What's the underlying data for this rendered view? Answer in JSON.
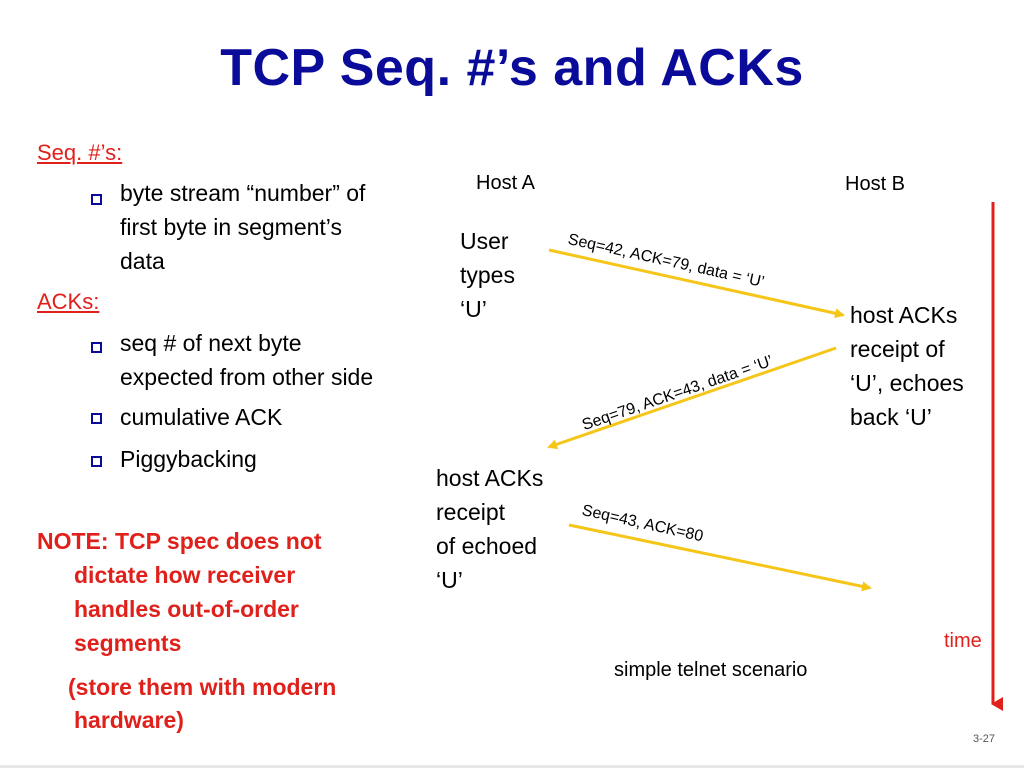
{
  "slide": {
    "title": "TCP Seq. #’s and ACKs",
    "page_number": "3-27"
  },
  "left": {
    "seq_heading": "Seq. #’s:",
    "seq_bullets": [
      [
        "byte stream “number” of",
        "first byte in segment’s",
        "data"
      ]
    ],
    "ack_heading": "ACKs:",
    "ack_bullets": [
      [
        "seq # of next byte",
        "expected from other side"
      ],
      [
        "cumulative ACK"
      ],
      [
        "Piggybacking"
      ]
    ],
    "note_lines": [
      "NOTE: TCP spec does not",
      "dictate how receiver",
      "handles out-of-order",
      "segments"
    ],
    "note2_lines": [
      "(store them with modern",
      "hardware)"
    ]
  },
  "diagram": {
    "host_a": "Host A",
    "host_b": "Host B",
    "user_types": [
      "User",
      "types",
      "‘U’"
    ],
    "host_b_ack": [
      "host ACKs",
      "receipt of",
      "‘U’, echoes",
      "back ‘U’"
    ],
    "host_a_ack": [
      "host ACKs",
      "receipt",
      "of echoed",
      "‘U’"
    ],
    "msg1": "Seq=42, ACK=79, data = ‘U’",
    "msg2": "Seq=79, ACK=43, data = ‘U’",
    "msg3": "Seq=43, ACK=80",
    "time_label": "time",
    "caption": "simple telnet scenario",
    "arrow_color": "#f5c518",
    "time_color": "#e0201b"
  }
}
